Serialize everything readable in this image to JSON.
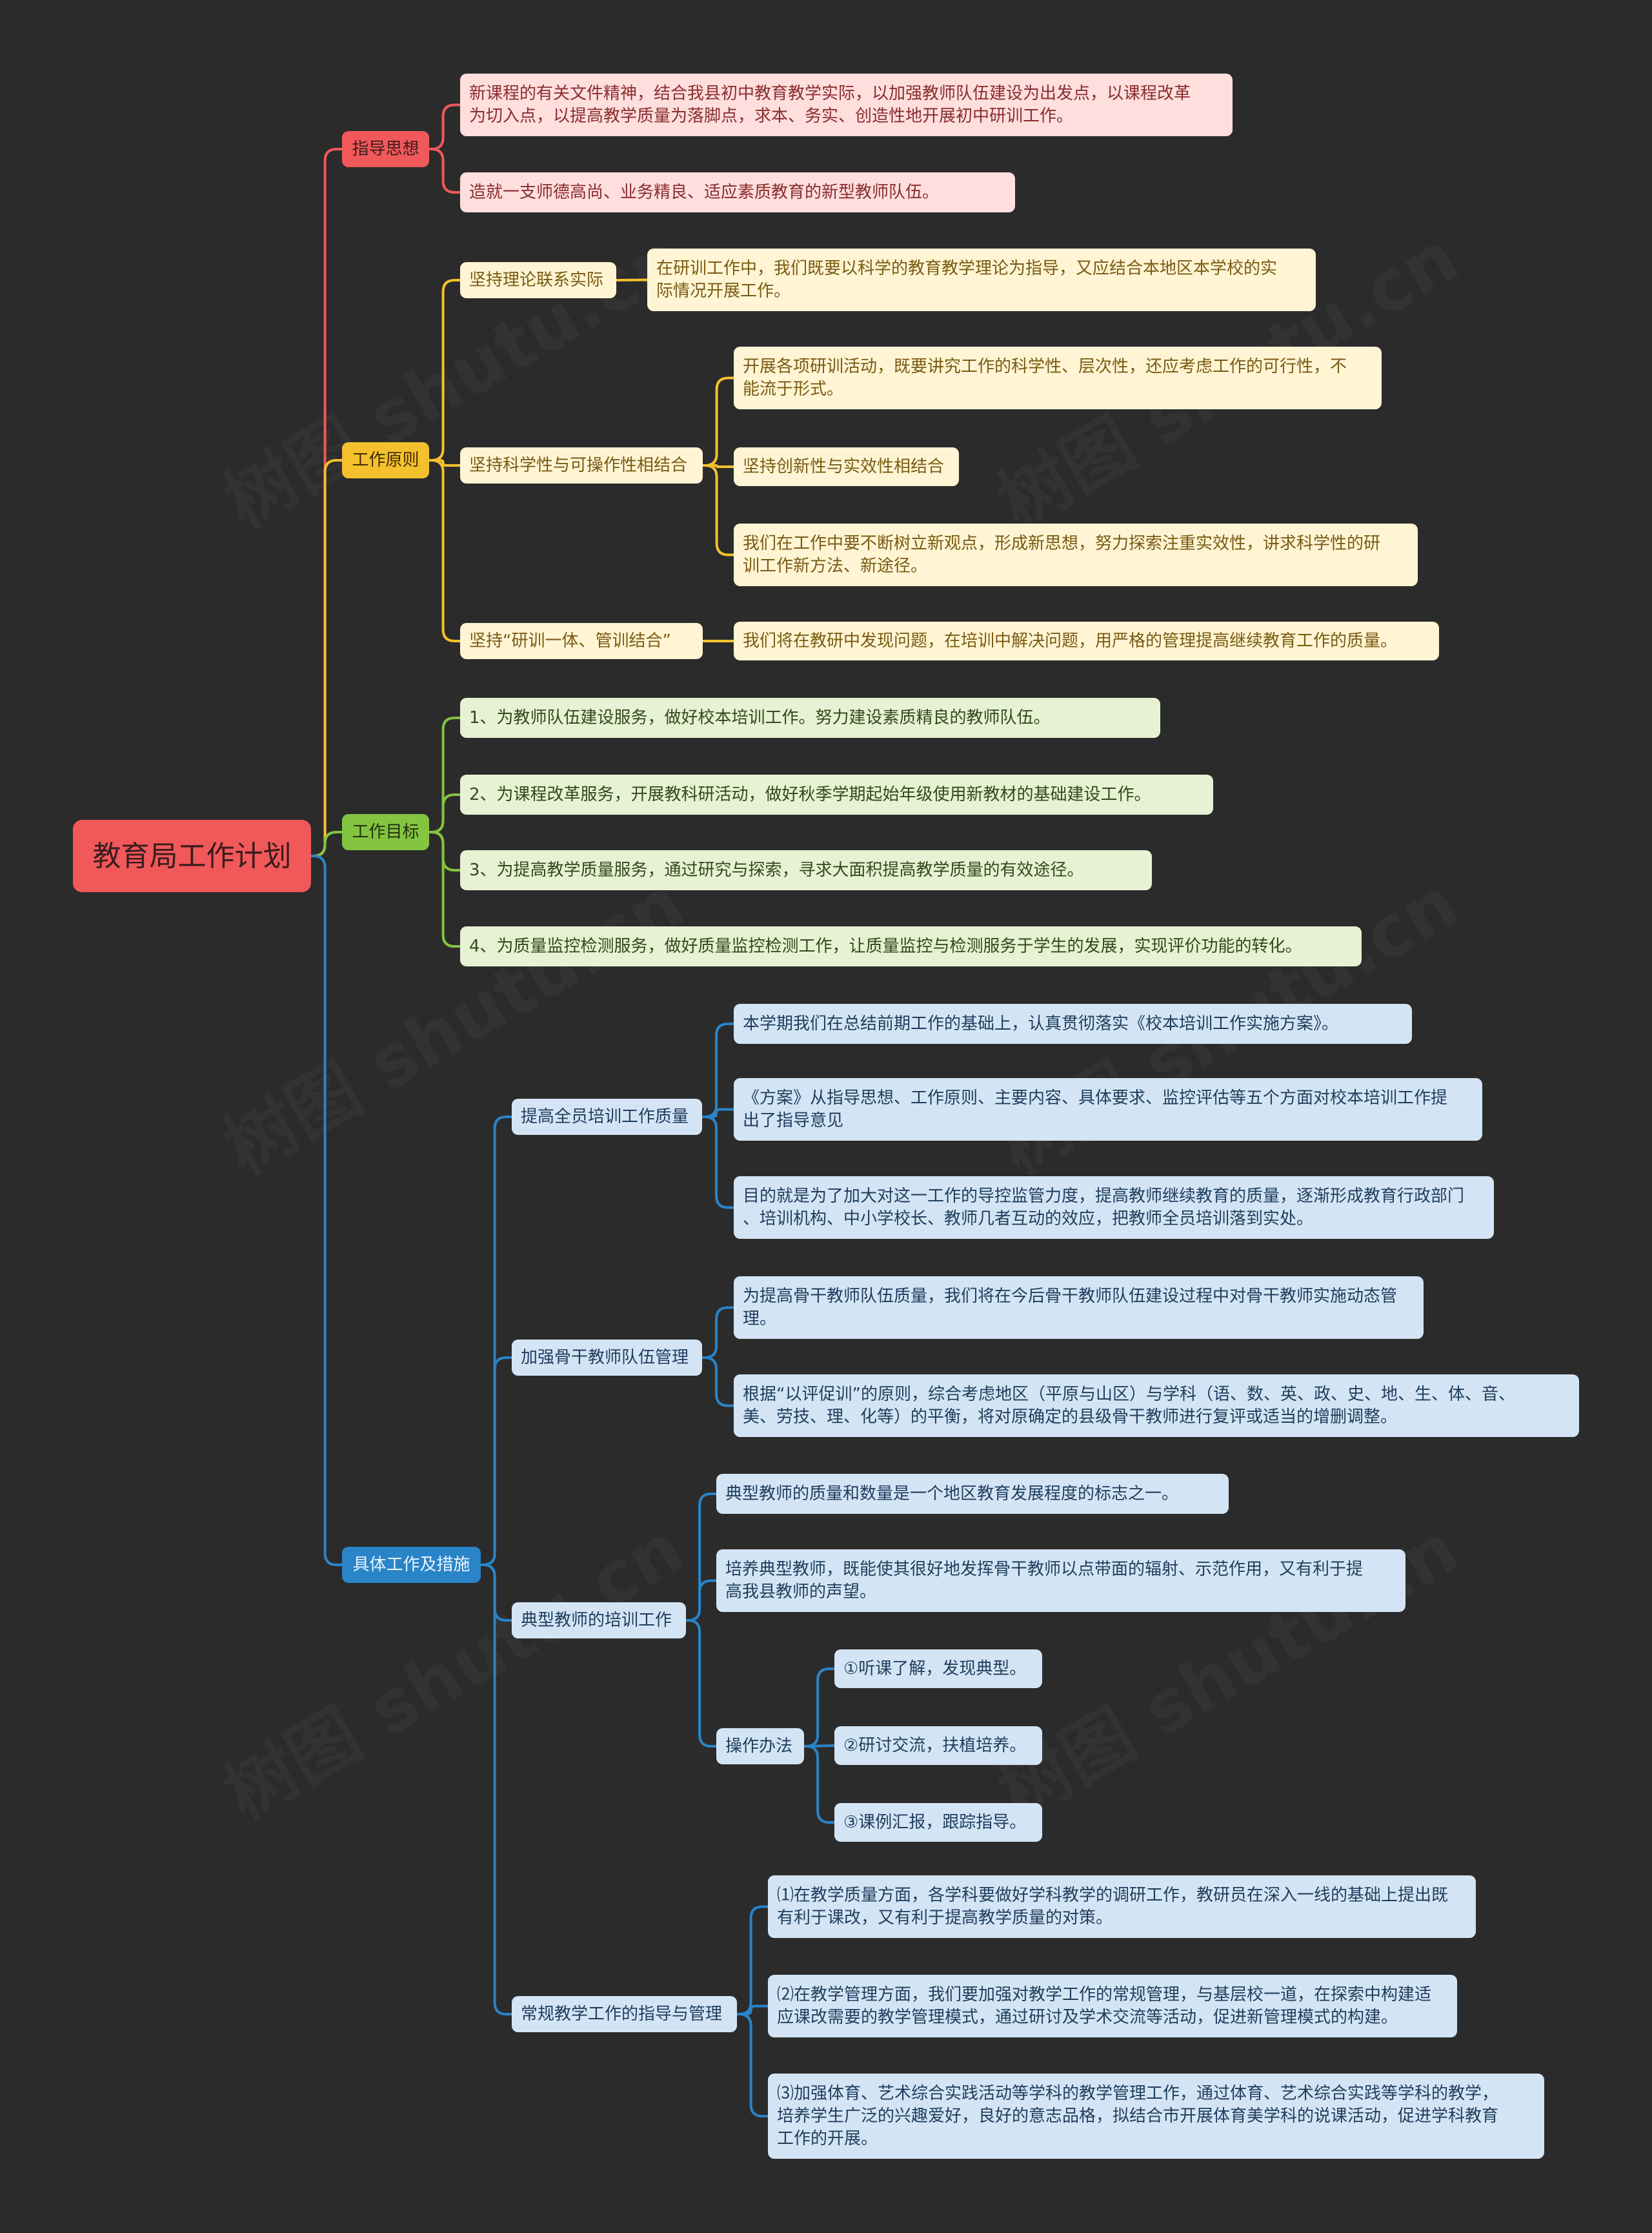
{
  "root": {
    "label": "教育局工作计划"
  },
  "colors": {
    "background": "#2b2b2b",
    "red": "#f0585a",
    "yellow": "#f4c02e",
    "green": "#83c440",
    "blue": "#2a84c8"
  },
  "branches": [
    {
      "label": "指导思想",
      "children": [
        {
          "label": "新课程的有关文件精神，结合我县初中教育教学实际，以加强教师队伍建设为出发点，以课程改革\n为切入点，以提高教学质量为落脚点，求本、务实、创造性地开展初中研训工作。"
        },
        {
          "label": "造就一支师德高尚、业务精良、适应素质教育的新型教师队伍。"
        }
      ]
    },
    {
      "label": "工作原则",
      "children": [
        {
          "label": "坚持理论联系实际",
          "children": [
            {
              "label": "在研训工作中，我们既要以科学的教育教学理论为指导，又应结合本地区本学校的实\n际情况开展工作。"
            }
          ]
        },
        {
          "label": "坚持科学性与可操作性相结合",
          "children": [
            {
              "label": "开展各项研训活动，既要讲究工作的科学性、层次性，还应考虑工作的可行性，不\n能流于形式。"
            },
            {
              "label": "坚持创新性与实效性相结合"
            },
            {
              "label": "我们在工作中要不断树立新观点，形成新思想，努力探索注重实效性，讲求科学性的研\n训工作新方法、新途径。"
            }
          ]
        },
        {
          "label": "坚持“研训一体、管训结合”",
          "children": [
            {
              "label": "我们将在教研中发现问题，在培训中解决问题，用严格的管理提高继续教育工作的质量。"
            }
          ]
        }
      ]
    },
    {
      "label": "工作目标",
      "children": [
        {
          "label": "1、为教师队伍建设服务，做好校本培训工作。努力建设素质精良的教师队伍。"
        },
        {
          "label": "2、为课程改革服务，开展教科研活动，做好秋季学期起始年级使用新教材的基础建设工作。"
        },
        {
          "label": "3、为提高教学质量服务，通过研究与探索，寻求大面积提高教学质量的有效途径。"
        },
        {
          "label": "4、为质量监控检测服务，做好质量监控检测工作，让质量监控与检测服务于学生的发展，实现评价功能的转化。"
        }
      ]
    },
    {
      "label": "具体工作及措施",
      "children": [
        {
          "label": "提高全员培训工作质量",
          "children": [
            {
              "label": "本学期我们在总结前期工作的基础上，认真贯彻落实《校本培训工作实施方案》。"
            },
            {
              "label": "《方案》从指导思想、工作原则、主要内容、具体要求、监控评估等五个方面对校本培训工作提\n出了指导意见"
            },
            {
              "label": "目的就是为了加大对这一工作的导控监管力度，提高教师继续教育的质量，逐渐形成教育行政部门\n、培训机构、中小学校长、教师几者互动的效应，把教师全员培训落到实处。"
            }
          ]
        },
        {
          "label": "加强骨干教师队伍管理",
          "children": [
            {
              "label": "为提高骨干教师队伍质量，我们将在今后骨干教师队伍建设过程中对骨干教师实施动态管\n理。"
            },
            {
              "label": "根据“以评促训”的原则，综合考虑地区（平原与山区）与学科（语、数、英、政、史、地、生、体、音、\n美、劳技、理、化等）的平衡，将对原确定的县级骨干教师进行复评或适当的增删调整。"
            }
          ]
        },
        {
          "label": "典型教师的培训工作",
          "children": [
            {
              "label": "典型教师的质量和数量是一个地区教育发展程度的标志之一。"
            },
            {
              "label": "培养典型教师，既能使其很好地发挥骨干教师以点带面的辐射、示范作用，又有利于提\n高我县教师的声望。"
            },
            {
              "label": "操作办法",
              "children": [
                {
                  "label": "①听课了解，发现典型。"
                },
                {
                  "label": "②研讨交流，扶植培养。"
                },
                {
                  "label": "③课例汇报，跟踪指导。"
                }
              ]
            }
          ]
        },
        {
          "label": "常规教学工作的指导与管理",
          "children": [
            {
              "label": "⑴在教学质量方面，各学科要做好学科教学的调研工作，教研员在深入一线的基础上提出既\n有利于课改，又有利于提高教学质量的对策。"
            },
            {
              "label": "⑵在教学管理方面，我们要加强对教学工作的常规管理，与基层校一道，在探索中构建适\n应课改需要的教学管理模式，通过研讨及学术交流等活动，促进新管理模式的构建。"
            },
            {
              "label": "⑶加强体育、艺术综合实践活动等学科的教学管理工作，通过体育、艺术综合实践等学科的教学，\n培养学生广泛的兴趣爱好，良好的意志品格，拟结合市开展体育美学科的说课活动，促进学科教育\n工作的开展。"
            }
          ]
        }
      ]
    }
  ]
}
